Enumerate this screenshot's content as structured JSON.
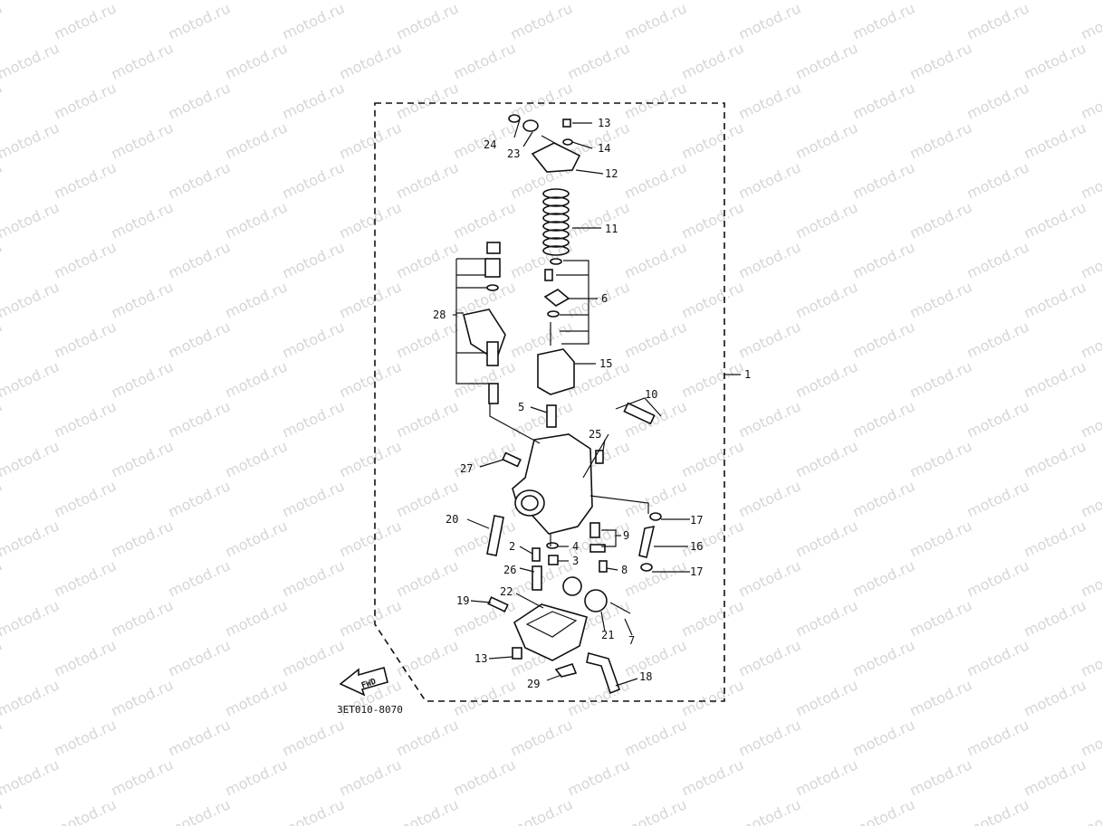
{
  "watermark": {
    "text": "motod.ru",
    "color": "#d6d6d6"
  },
  "diagram": {
    "code": "3ET010-8070",
    "fwd_label": "FWD",
    "callouts": [
      "1",
      "2",
      "3",
      "4",
      "5",
      "6",
      "7",
      "8",
      "9",
      "10",
      "11",
      "12",
      "13",
      "13",
      "14",
      "15",
      "16",
      "17",
      "17",
      "18",
      "19",
      "20",
      "21",
      "22",
      "23",
      "24",
      "25",
      "26",
      "27",
      "28",
      "29"
    ]
  }
}
